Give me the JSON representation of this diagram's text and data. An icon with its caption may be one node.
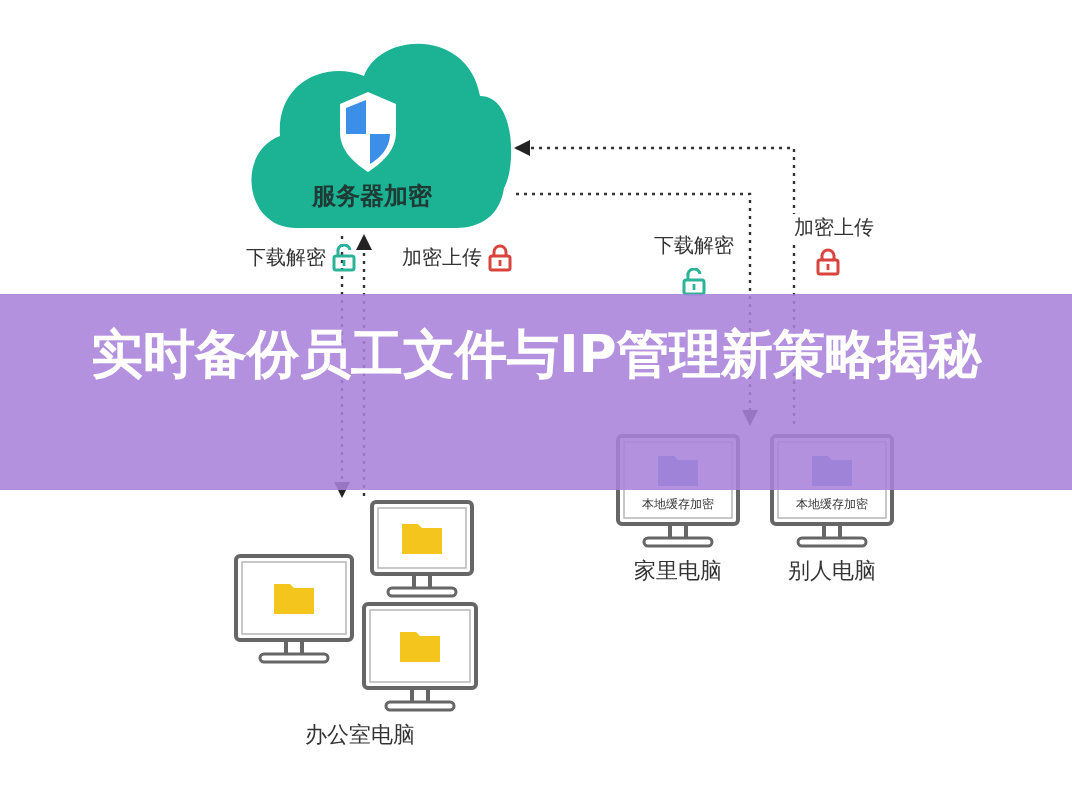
{
  "diagram": {
    "title": "实时备份员工文件与IP管理新策略揭秘",
    "nodes": [
      {
        "text": [
          "服务器加密"
        ]
      },
      {
        "text": [
          "办公室电脑"
        ]
      },
      {
        "text": [
          "本地缓存加密",
          "家里电脑"
        ]
      },
      {
        "text": [
          "本地缓存加密",
          "别人电脑"
        ]
      }
    ],
    "edges": [
      {
        "from": 0,
        "to": 1,
        "arrow": "to",
        "label": "下载解密"
      },
      {
        "from": 1,
        "to": 0,
        "arrow": "to",
        "label": "加密上传"
      },
      {
        "from": 0,
        "to": 2,
        "arrow": "to",
        "label": "下载解密"
      },
      {
        "from": 3,
        "to": 0,
        "arrow": "to",
        "label": "加密上传"
      }
    ]
  }
}
